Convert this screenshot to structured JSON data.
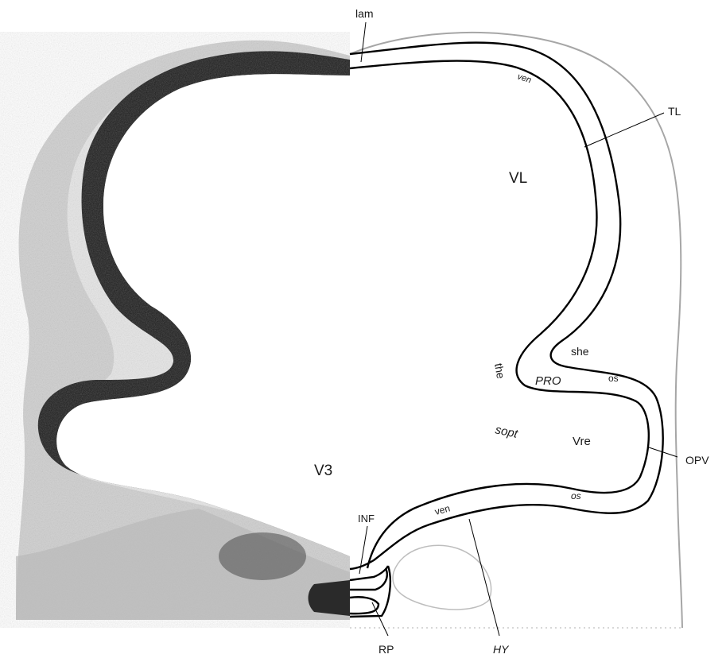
{
  "figure": {
    "labels": {
      "lam": "lam",
      "ven_top": "ven",
      "tl": "TL",
      "vl": "VL",
      "she": "she",
      "the": "the",
      "pro": "PRO",
      "os_upper": "os",
      "sopt": "sopt",
      "vre": "Vre",
      "opv": "OPV",
      "v3": "V3",
      "inf": "INF",
      "ven_bottom": "ven",
      "os_lower": "os",
      "rp": "RP",
      "hy": "HY"
    },
    "colors": {
      "line": "#000000",
      "outline_gray": "#a6a6a6",
      "tissue_dark": "#1c1c1c",
      "tissue_mid": "#8a8a8a",
      "tissue_light": "#d2d2d2"
    }
  }
}
